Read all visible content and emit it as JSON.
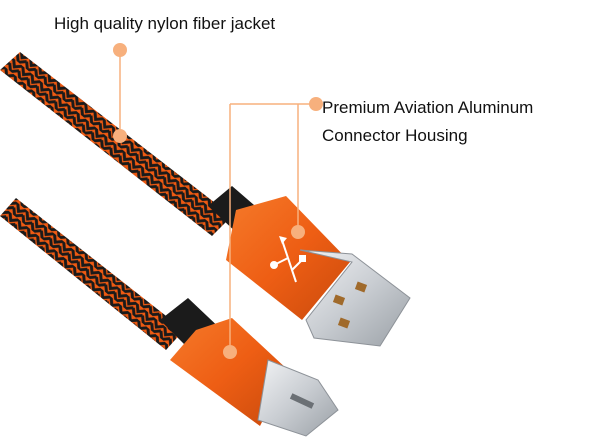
{
  "labels": {
    "jacket": "High quality nylon fiber jacket",
    "housing_line1": "Premium Aviation Aluminum",
    "housing_line2": "Connector Housing"
  },
  "colors": {
    "accent": "#f7b07d",
    "cable_orange": "#ee5a12",
    "cable_black": "#1a1a1a",
    "housing_orange": "#f06a1c",
    "metal": "#cfd3d8"
  },
  "icons": {
    "usb_symbol": "usb-icon"
  }
}
